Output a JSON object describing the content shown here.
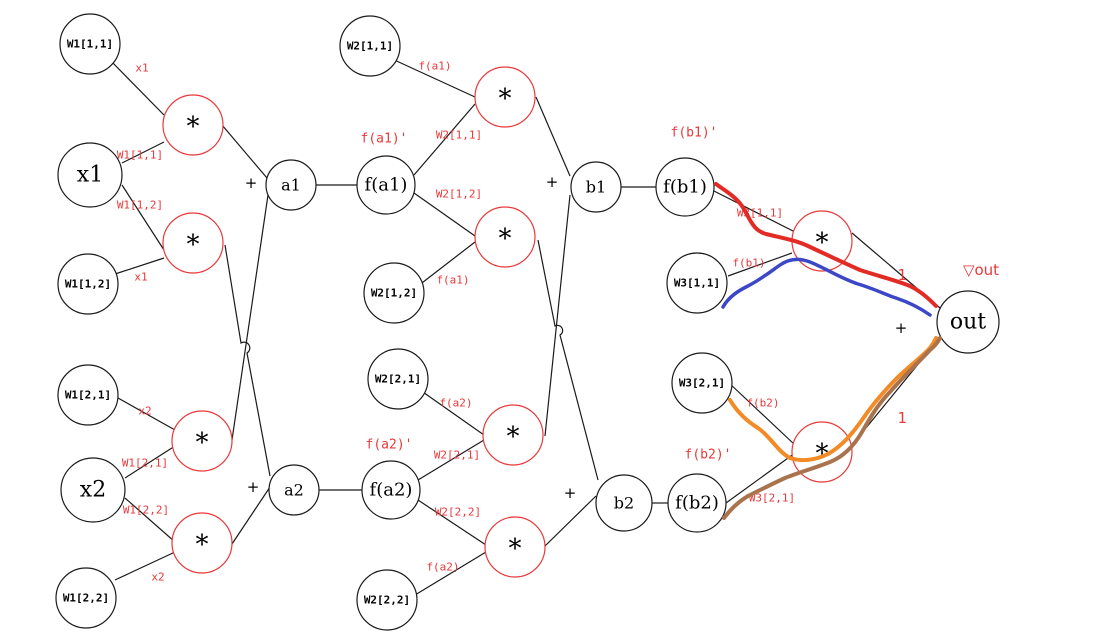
{
  "nodes": {
    "w1_11": "W1[1,1]",
    "x1": "x1",
    "w1_12": "W1[1,2]",
    "w1_21": "W1[2,1]",
    "x2": "x2",
    "w1_22": "W1[2,2]",
    "mul_a": "*",
    "mul_b": "*",
    "mul_c": "*",
    "mul_d": "*",
    "a1": "a1",
    "a2": "a2",
    "fa1": "f(a1)",
    "fa2": "f(a2)",
    "w2_11": "W2[1,1]",
    "w2_12": "W2[1,2]",
    "w2_21": "W2[2,1]",
    "w2_22": "W2[2,2]",
    "mul_e": "*",
    "mul_f": "*",
    "mul_g": "*",
    "mul_h": "*",
    "b1": "b1",
    "b2": "b2",
    "fb1": "f(b1)",
    "fb2": "f(b2)",
    "w3_11": "W3[1,1]",
    "w3_21": "W3[2,1]",
    "mul_i": "*",
    "mul_j": "*",
    "out": "out"
  },
  "edge_labels": {
    "x1_a": "x1",
    "w_a": "W1[1,1]",
    "w_b": "W1[1,2]",
    "x1_b": "x1",
    "x2_c": "x2",
    "w_c": "W1[2,1]",
    "w_d": "W1[2,2]",
    "x2_d": "x2",
    "fa1_e": "f(a1)",
    "w_e": "W2[1,1]",
    "w_f": "W2[1,2]",
    "fa1_f": "f(a1)",
    "fa2_g": "f(a2)",
    "w_g": "W2[2,1]",
    "w_h": "W2[2,2]",
    "fa2_h": "f(a2)",
    "w_i": "W3[1,1]",
    "fb1_i": "f(b1)",
    "fb2_j": "f(b2)",
    "w_j": "W3[2,1]",
    "grad_1_top": "1",
    "grad_1_bottom": "1"
  },
  "derivative_labels": {
    "fa1_prime": "f(a1)'",
    "fa2_prime": "f(a2)'",
    "fb1_prime": "f(b1)'",
    "fb2_prime": "f(b2)'"
  },
  "plus_signs": {
    "p_a1": "+",
    "p_a2": "+",
    "p_b1": "+",
    "p_b2": "+",
    "p_out": "+"
  },
  "gradient_label": "▽out",
  "colors": {
    "red_stroke": "#e32b26",
    "blue_stroke": "#3b47c6",
    "orange_stroke": "#f28a25",
    "brown_stroke": "#a9734e",
    "red_text": "#e8393a"
  }
}
